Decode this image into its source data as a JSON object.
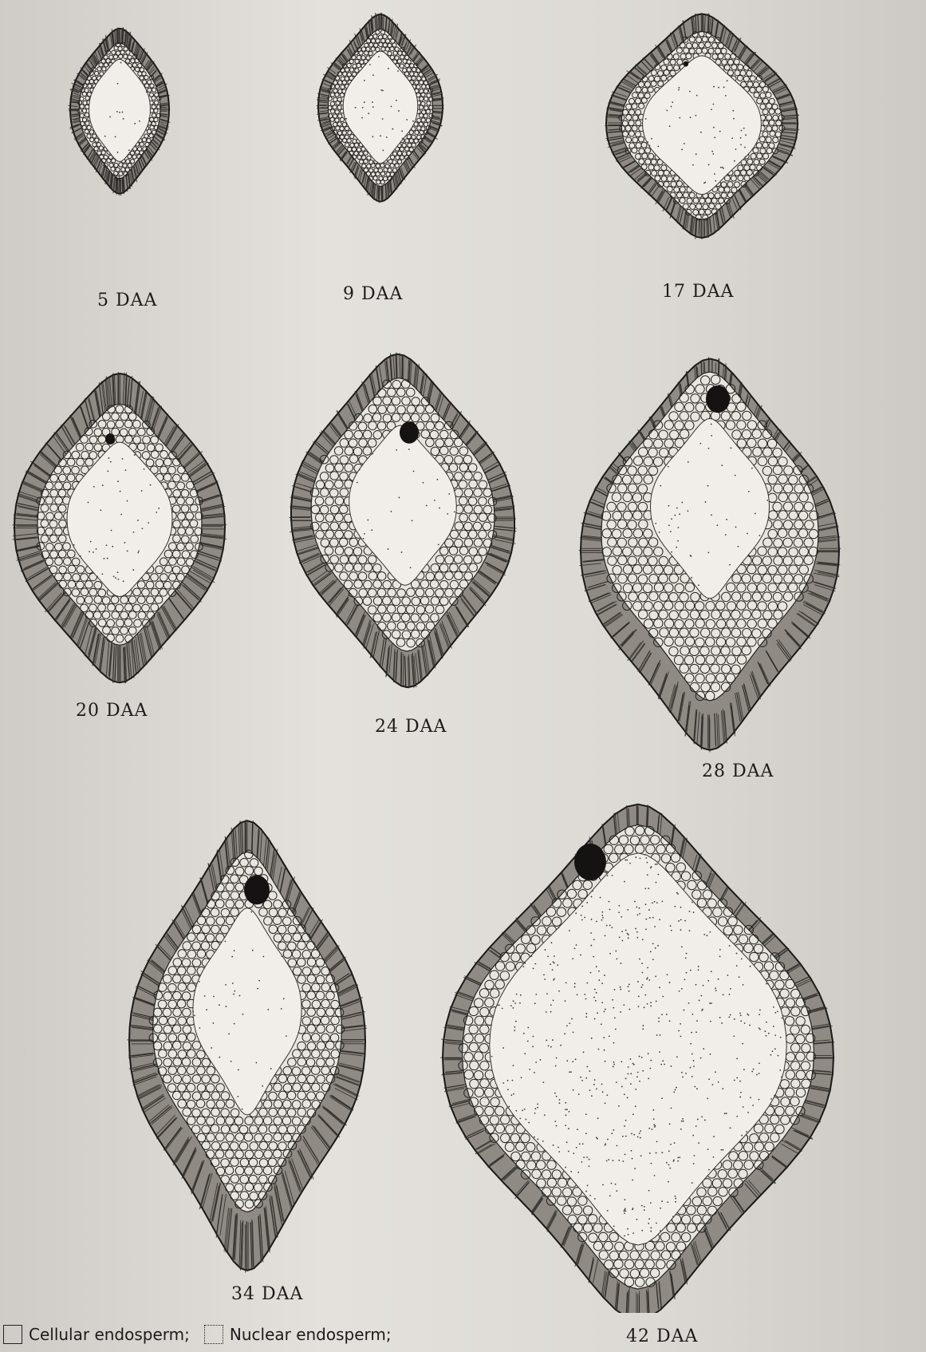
{
  "figure": {
    "stages": [
      {
        "id": "s5",
        "label": "5 DAA"
      },
      {
        "id": "s9",
        "label": "9 DAA"
      },
      {
        "id": "s17",
        "label": "17 DAA"
      },
      {
        "id": "s20",
        "label": "20 DAA"
      },
      {
        "id": "s24",
        "label": "24 DAA"
      },
      {
        "id": "s28",
        "label": "28 DAA"
      },
      {
        "id": "s34",
        "label": "34 DAA"
      },
      {
        "id": "s42",
        "label": "42 DAA"
      }
    ],
    "legend": {
      "cellular": "Cellular endosperm;",
      "nuclear": "Nuclear endosperm;"
    }
  }
}
